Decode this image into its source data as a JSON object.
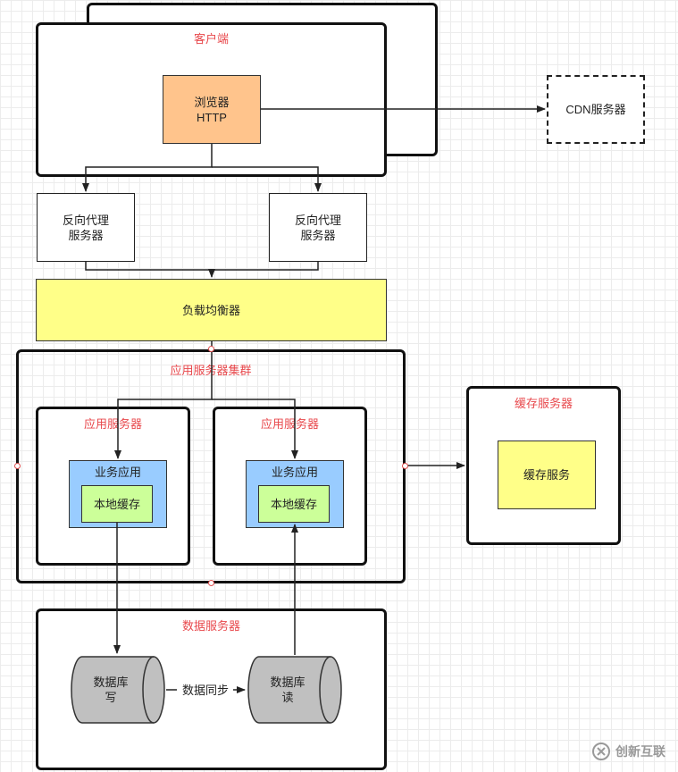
{
  "client": {
    "title": "客户端",
    "browser": {
      "line1": "浏览器",
      "line2": "HTTP"
    }
  },
  "cdn": {
    "label": "CDN服务器"
  },
  "proxies": [
    {
      "line1": "反向代理",
      "line2": "服务器"
    },
    {
      "line1": "反向代理",
      "line2": "服务器"
    }
  ],
  "load_balancer": {
    "label": "负载均衡器"
  },
  "app_cluster": {
    "title": "应用服务器集群",
    "servers": [
      {
        "title": "应用服务器",
        "app": "业务应用",
        "cache": "本地缓存"
      },
      {
        "title": "应用服务器",
        "app": "业务应用",
        "cache": "本地缓存"
      }
    ]
  },
  "cache_server": {
    "title": "缓存服务器",
    "service": "缓存服务"
  },
  "db_server": {
    "title": "数据服务器",
    "write_db": {
      "line1": "数据库",
      "line2": "写"
    },
    "read_db": {
      "line1": "数据库",
      "line2": "读"
    },
    "sync_label": "数据同步"
  },
  "watermark": {
    "text": "创新互联"
  },
  "colors": {
    "title_red": "#e8484c",
    "browser_fill": "#ffc48c",
    "balancer_fill": "#ffff88",
    "app_fill": "#99ccff",
    "cache_fill": "#ccff99",
    "cache_service_fill": "#ffff88",
    "db_fill": "#c0c0c0"
  }
}
